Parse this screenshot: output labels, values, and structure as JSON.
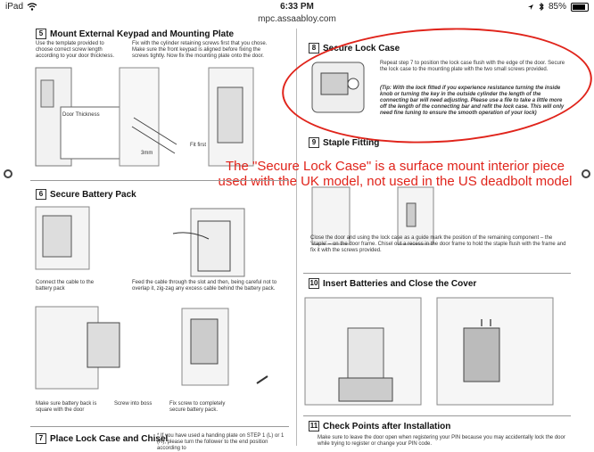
{
  "status": {
    "device": "iPad",
    "time": "6:33 PM",
    "battery": "85%",
    "battery_level": 0.85
  },
  "browser": {
    "url": "mpc.assaabloy.com"
  },
  "document": {
    "s5_title": "Mount External Keypad and Mounting Plate",
    "s5_num": "5",
    "s5_text_left": "Use the template provided to choose correct screw length according to your door thickness.",
    "s5_text_right": "Fix with the cylinder retaining screws first that you chose. Make sure the front keypad is aligned before fixing the screws tightly. Now fix the mounting plate onto the door.",
    "door_thickness": "Door Thickness",
    "fit_first": "Fit first",
    "mm_label": "3mm",
    "s8_num": "8",
    "s8_title": "Secure Lock Case",
    "s8_text": "Repeat step 7 to position the lock case flush with the edge of the door. Secure the lock case to the mounting plate with the two small screws provided.",
    "s8_tip": "(Tip: With the lock fitted if you experience resistance turning the inside knob or turning the key in the outside cylinder the length of the connecting bar will need adjusting. Please use a file to take a little more off the length of the connecting bar and refit the lock case. This will only need fine tuning to ensure the smooth operation of your lock)",
    "s9_num": "9",
    "s9_title": "Staple Fitting",
    "s9_text": "Close the door and using the lock case as a guide mark the position of the remaining component – the 'staple' – on the door frame. Chisel out a recess in the door frame to hold the staple flush with the frame and fix it with the screws provided.",
    "s6_num": "6",
    "s6_title": "Secure Battery Pack",
    "s6_cap1": "Connect the cable to the battery pack",
    "s6_cap2": "Feed the cable through the slot and then, being careful not to overlap it, zig-zag any excess cable behind the battery pack.",
    "s6_cap3": "Make sure battery back is square with the door",
    "s6_cap4": "Screw into boss",
    "s6_cap5": "Fix screw to completely secure battery pack.",
    "s10_num": "10",
    "s10_title": "Insert Batteries and Close the Cover",
    "s7_num": "7",
    "s7_title": "Place Lock Case and Chisel",
    "s7_note": "* If you have used a handing plate on STEP 1 (L) or 1 (R), please turn the follower to the end position according to",
    "s11_num": "11",
    "s11_title": "Check Points after Installation",
    "s11_text": "Make sure to leave the door open when registering your PIN because you may accidentally lock the door while trying to register or change your PIN code."
  },
  "annotation": {
    "text": "The \"Secure Lock Case\" is a surface mount interior piece used with the UK model, not used in the US deadbolt model",
    "color": "#e0241b"
  }
}
